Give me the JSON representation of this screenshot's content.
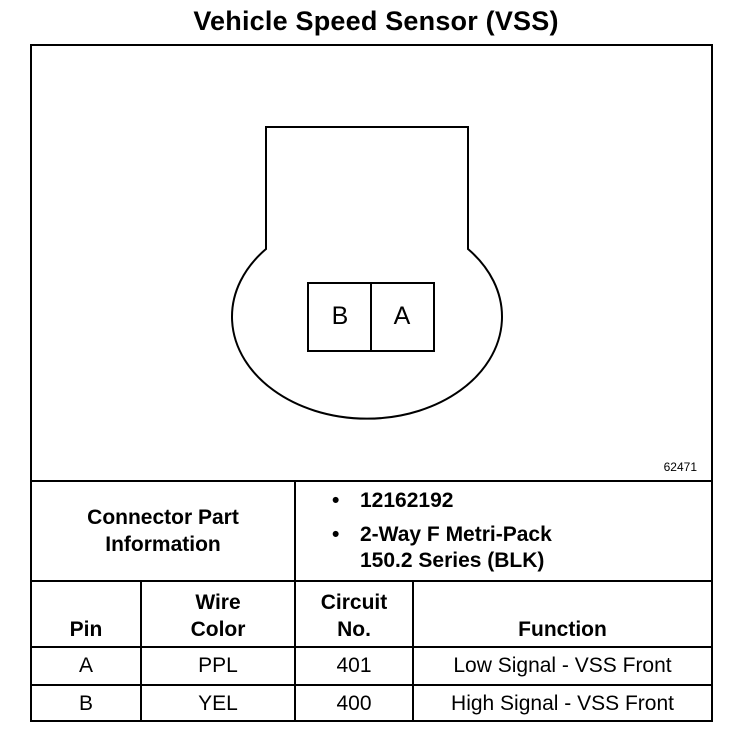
{
  "title": "Vehicle Speed Sensor (VSS)",
  "diagram": {
    "pins": [
      "B",
      "A"
    ],
    "reference_number": "62471"
  },
  "connector_info": {
    "label_line1": "Connector Part",
    "label_line2": "Information",
    "items": [
      {
        "bullet": "•",
        "lines": [
          "12162192"
        ]
      },
      {
        "bullet": "•",
        "lines": [
          "2-Way F Metri-Pack",
          "150.2 Series (BLK)"
        ]
      }
    ]
  },
  "table": {
    "headers": {
      "pin": [
        "Pin"
      ],
      "wire_color": [
        "Wire",
        "Color"
      ],
      "circuit_no": [
        "Circuit",
        "No."
      ],
      "function": [
        "Function"
      ]
    },
    "rows": [
      {
        "pin": "A",
        "wire_color": "PPL",
        "circuit_no": "401",
        "function": "Low Signal - VSS Front"
      },
      {
        "pin": "B",
        "wire_color": "YEL",
        "circuit_no": "400",
        "function": "High Signal - VSS Front"
      }
    ]
  }
}
